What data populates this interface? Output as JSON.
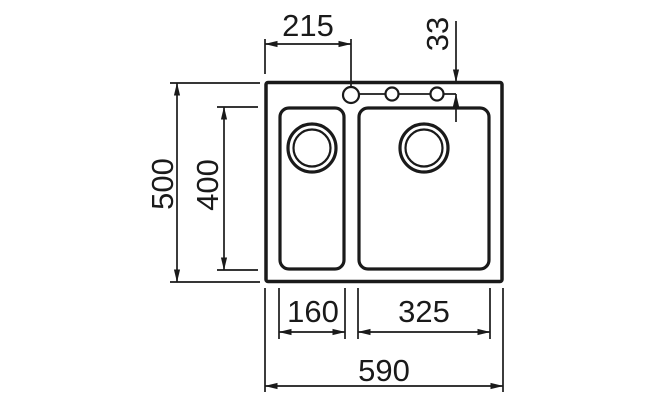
{
  "figure": {
    "type": "technical-drawing",
    "subject": "double-bowl inset kitchen sink, top view with dimension lines",
    "parts": [
      "sink-outline",
      "left-bowl",
      "right-bowl",
      "left-drain",
      "right-drain",
      "tap-holes"
    ]
  },
  "dimensions": {
    "overall_width": "590",
    "overall_depth": "500",
    "bowl_inner_depth": "400",
    "left_bowl_width": "160",
    "right_bowl_width": "325",
    "tap_area_width": "215",
    "tap_hole_inset": "33"
  },
  "colors": {
    "line": "#1a1a1a",
    "background": "#ffffff"
  }
}
